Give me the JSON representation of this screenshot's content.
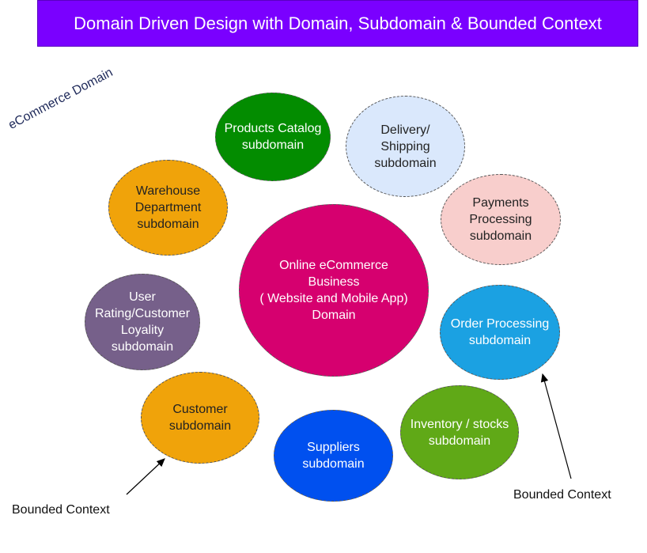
{
  "title": "Domain Driven Design with Domain, Subdomain & Bounded Context",
  "domain_label": "eCommerce Domain",
  "center": {
    "label": "Online eCommerce\nBusiness\n( Website and Mobile App)\nDomain",
    "color": "#d6006f"
  },
  "subdomains": [
    {
      "id": "products",
      "label": "Products Catalog\nsubdomain",
      "fill": "#038c00",
      "text": "#ffffff"
    },
    {
      "id": "delivery",
      "label": "Delivery/\nShipping\nsubdomain",
      "fill": "#dae8fc",
      "text": "#222222"
    },
    {
      "id": "payments",
      "label": "Payments\nProcessing\nsubdomain",
      "fill": "#f8cecc",
      "text": "#222222"
    },
    {
      "id": "order",
      "label": "Order Processing\nsubdomain",
      "fill": "#1ba1e2",
      "text": "#ffffff"
    },
    {
      "id": "inventory",
      "label": "Inventory / stocks\nsubdomain",
      "fill": "#60a917",
      "text": "#ffffff"
    },
    {
      "id": "suppliers",
      "label": "Suppliers\nsubdomain",
      "fill": "#0050ef",
      "text": "#ffffff"
    },
    {
      "id": "customer",
      "label": "Customer\nsubdomain",
      "fill": "#f0a30a",
      "text": "#222222"
    },
    {
      "id": "rating",
      "label": "User\nRating/Customer\nLoyality\nsubdomain",
      "fill": "#76608a",
      "text": "#ffffff"
    },
    {
      "id": "warehouse",
      "label": "Warehouse\nDepartment\nsubdomain",
      "fill": "#f0a30a",
      "text": "#222222"
    }
  ],
  "callouts": {
    "left": "Bounded Context",
    "right": "Bounded Context"
  }
}
